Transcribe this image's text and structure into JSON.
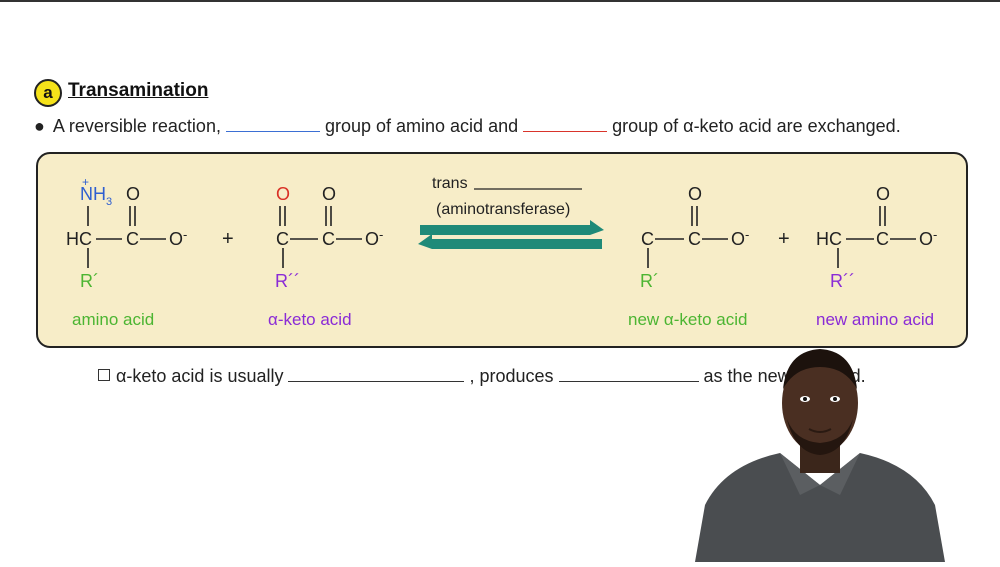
{
  "section": {
    "badge": "a",
    "title": "Transamination"
  },
  "bullet": {
    "dot": "●",
    "text_before": "A reversible reaction,",
    "text_middle": "group of amino acid and",
    "text_end": "group of α-keto acid are exchanged."
  },
  "reaction": {
    "enzyme_top": "trans",
    "enzyme_name": "(aminotransferase)",
    "plus": "+",
    "atoms": {
      "O": "O",
      "HC": "HC",
      "C": "C",
      "O_minus": "O",
      "minus": "-",
      "NH": "NH",
      "sub3": "3",
      "plus_charge": "+",
      "R1": "R´",
      "R2": "R´´"
    },
    "labels": {
      "amino_acid": "amino acid",
      "keto_acid": "α-keto acid",
      "new_keto_acid": "new α-keto acid",
      "new_amino_acid": "new amino acid"
    }
  },
  "subpoint": {
    "text_before": "α-keto acid is usually",
    "text_middle": ", produces",
    "text_end": "as the new",
    "hidden_tail": "d."
  },
  "colors": {
    "amine_blue": "#2f5fd0",
    "oxygen_red": "#d93025",
    "green_label": "#4cb532",
    "purple_label": "#8a2bd6",
    "arrow_teal": "#1f8a78",
    "panel_bg": "#f7edc8",
    "badge_yellow": "#f5e21a"
  }
}
